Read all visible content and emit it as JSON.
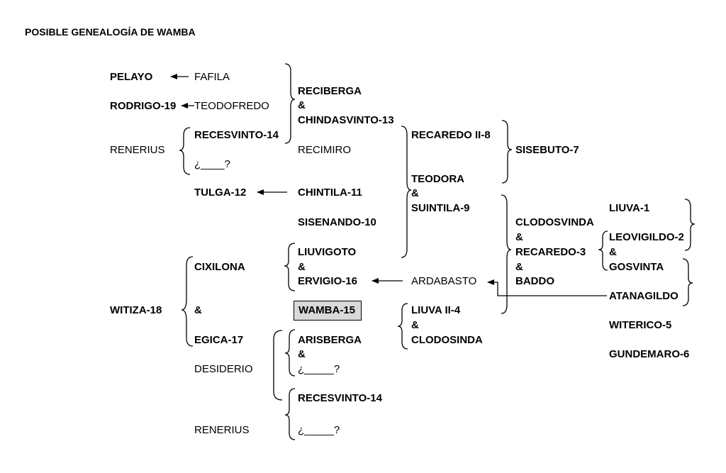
{
  "title": "POSIBLE GENEALOGÍA DE WAMBA",
  "people": {
    "pelayo": "PELAYO",
    "fafila": "FAFILA",
    "rodrigo": "RODRIGO-19",
    "teodofredo": "TEODOFREDO",
    "renerius_top": "RENERIUS",
    "recesvinto_top": "RECESVINTO-14",
    "unknown_1": "¿____?",
    "reciberga": "RECIBERGA",
    "chindasvinto": "CHINDASVINTO-13",
    "recimiro": "RECIMIRO",
    "tulga": "TULGA-12",
    "chintila": "CHINTILA-11",
    "sisenando": "SISENANDO-10",
    "recaredo_ii": "RECAREDO II-8",
    "sisebuto": "SISEBUTO-7",
    "teodora": "TEODORA",
    "suintila": "SUINTILA-9",
    "clodosvinda": "CLODOSVINDA",
    "recaredo_3": "RECAREDO-3",
    "baddo": "BADDO",
    "liuva_1": "LIUVA-1",
    "leovigildo": "LEOVIGILDO-2",
    "gosvinta": "GOSVINTA",
    "atanagildo": "ATANAGILDO",
    "witerico": "WITERICO-5",
    "gundemaro": "GUNDEMARO-6",
    "cixilona": "CIXILONA",
    "witiza": "WITIZA-18",
    "egica": "EGICA-17",
    "liuvigoto": "LIUVIGOTO",
    "ervigio": "ERVIGIO-16",
    "ardabasto": "ARDABASTO",
    "wamba": "WAMBA-15",
    "liuva_ii": "LIUVA II-4",
    "clodosinda": "CLODOSINDA",
    "arisberga": "ARISBERGA",
    "unknown_2": "¿_____?",
    "desiderio": "DESIDERIO",
    "recesvinto_bottom": "RECESVINTO-14",
    "renerius_bottom": "RENERIUS",
    "unknown_3": "¿_____?"
  },
  "connector": "&"
}
